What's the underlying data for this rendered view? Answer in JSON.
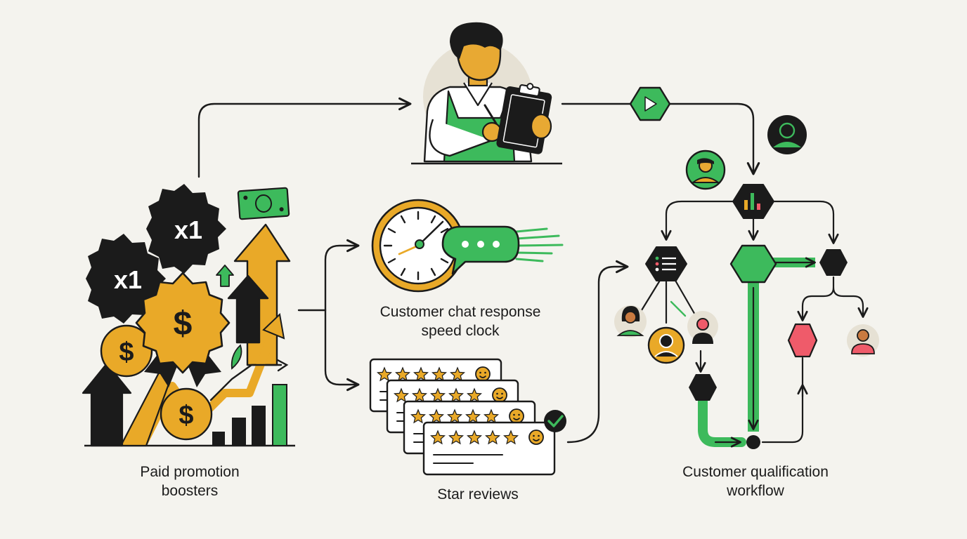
{
  "captions": {
    "paid_promotion": [
      "Paid promotion",
      "boosters"
    ],
    "chat_clock": [
      "Customer chat response",
      "speed clock"
    ],
    "star_reviews": "Star reviews",
    "workflow": [
      "Customer qualification",
      "workflow"
    ]
  },
  "badges": {
    "multiplier_top": "x1",
    "multiplier_left": "x1",
    "dollar_symbol": "$"
  },
  "review_cards": [
    {
      "stars": 5
    },
    {
      "stars": 5
    },
    {
      "stars": 5
    },
    {
      "stars": 5
    }
  ],
  "colors": {
    "background": "#f4f3ee",
    "ink": "#1b1b1b",
    "green": "#3dba5c",
    "gold": "#e9a928",
    "red": "#ef5b6a",
    "skin": "#e8a933"
  },
  "icons": {
    "play_button": "play-icon",
    "chat_bubble": "chat-bubble-icon",
    "clock": "clock-icon",
    "check_badge": "check-icon",
    "bar_chart_hexagon": "bar-chart-icon",
    "list_hexagon": "list-icon"
  }
}
